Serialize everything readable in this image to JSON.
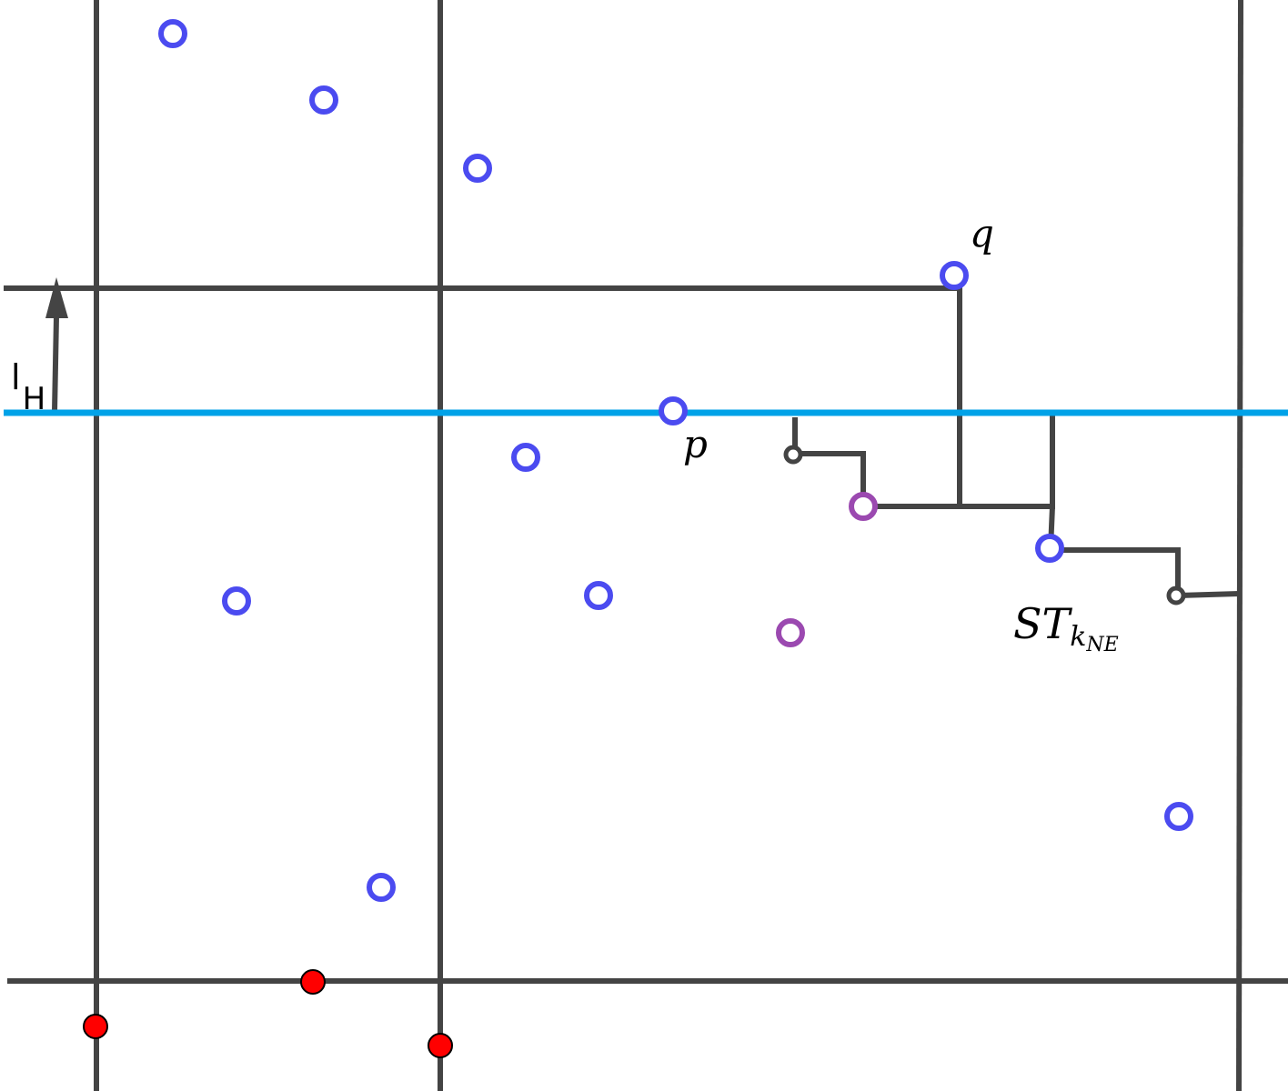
{
  "labels": {
    "sweep_label_main": "l",
    "sweep_label_sub": "H",
    "point_p": "p",
    "point_q": "q",
    "tree_main": "ST",
    "tree_sub_k": "k",
    "tree_sub_sub": "NE"
  },
  "colors": {
    "grid_line": "#444444",
    "sweep_line": "#00a2e8",
    "blue_point": "#4b4bf0",
    "purple_point": "#9b49b0",
    "red_point": "#ff0000",
    "steiner_node": "#444444",
    "background": "#ffffff"
  }
}
